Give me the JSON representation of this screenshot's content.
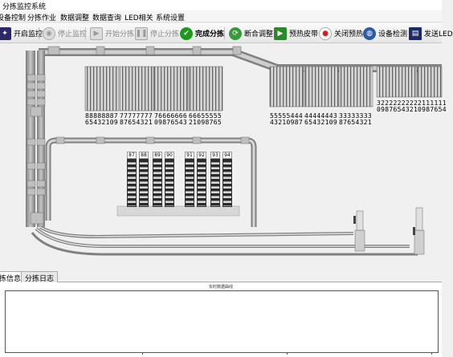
{
  "window": {
    "title": "分拣监控系统"
  },
  "menu": [
    "设备控制",
    "分拣作业",
    "数据调整",
    "数据查询",
    "LED相关",
    "系统设置"
  ],
  "toolbar": {
    "buttons": [
      {
        "label": "开启监控",
        "icon": "monitor-start-icon",
        "enabled": true
      },
      {
        "label": "停止监控",
        "icon": "stop-circle-icon",
        "enabled": false
      },
      {
        "label": "开始分拣",
        "icon": "play-icon",
        "enabled": false
      },
      {
        "label": "停止分拣",
        "icon": "pause-icon",
        "enabled": false
      },
      {
        "label": "完成分拣",
        "icon": "check-icon",
        "enabled": true
      },
      {
        "label": "断合调整",
        "icon": "refresh-icon",
        "enabled": true
      },
      {
        "label": "预热皮带",
        "icon": "play-icon",
        "enabled": true
      },
      {
        "label": "关闭预热",
        "icon": "record-icon",
        "enabled": true
      },
      {
        "label": "设备检测",
        "icon": "globe-icon",
        "enabled": true
      },
      {
        "label": "发送LED",
        "icon": "led-screen-icon",
        "enabled": true
      }
    ]
  },
  "racks_top_left": [
    {
      "top": "88888887",
      "bottom": "65432109"
    },
    {
      "top": "77777777",
      "bottom": "87654321"
    },
    {
      "top": "76666666",
      "bottom": "09876543"
    },
    {
      "top": "66655555",
      "bottom": "21098765"
    }
  ],
  "racks_top_right": [
    {
      "top": "55555444",
      "bottom": "43210987"
    },
    {
      "top": "44444443",
      "bottom": "65432109"
    },
    {
      "top": "33333333",
      "bottom": "87654321"
    },
    {
      "top": "3222222222",
      "bottom": "0987654321"
    },
    {
      "top": "2111111",
      "bottom": "0987654"
    }
  ],
  "slots": [
    "87",
    "88",
    "89",
    "90",
    "91",
    "92",
    "93",
    "94"
  ],
  "tabs": [
    "拣信息",
    "分拣日志"
  ],
  "chart": {
    "title": "实时数据曲线",
    "xticks": [
      "",
      "",
      ""
    ]
  },
  "colors": {
    "accent_green": "#1a9a1a",
    "accent_red": "#d02020",
    "belt_gray": "#8f8f8f"
  }
}
